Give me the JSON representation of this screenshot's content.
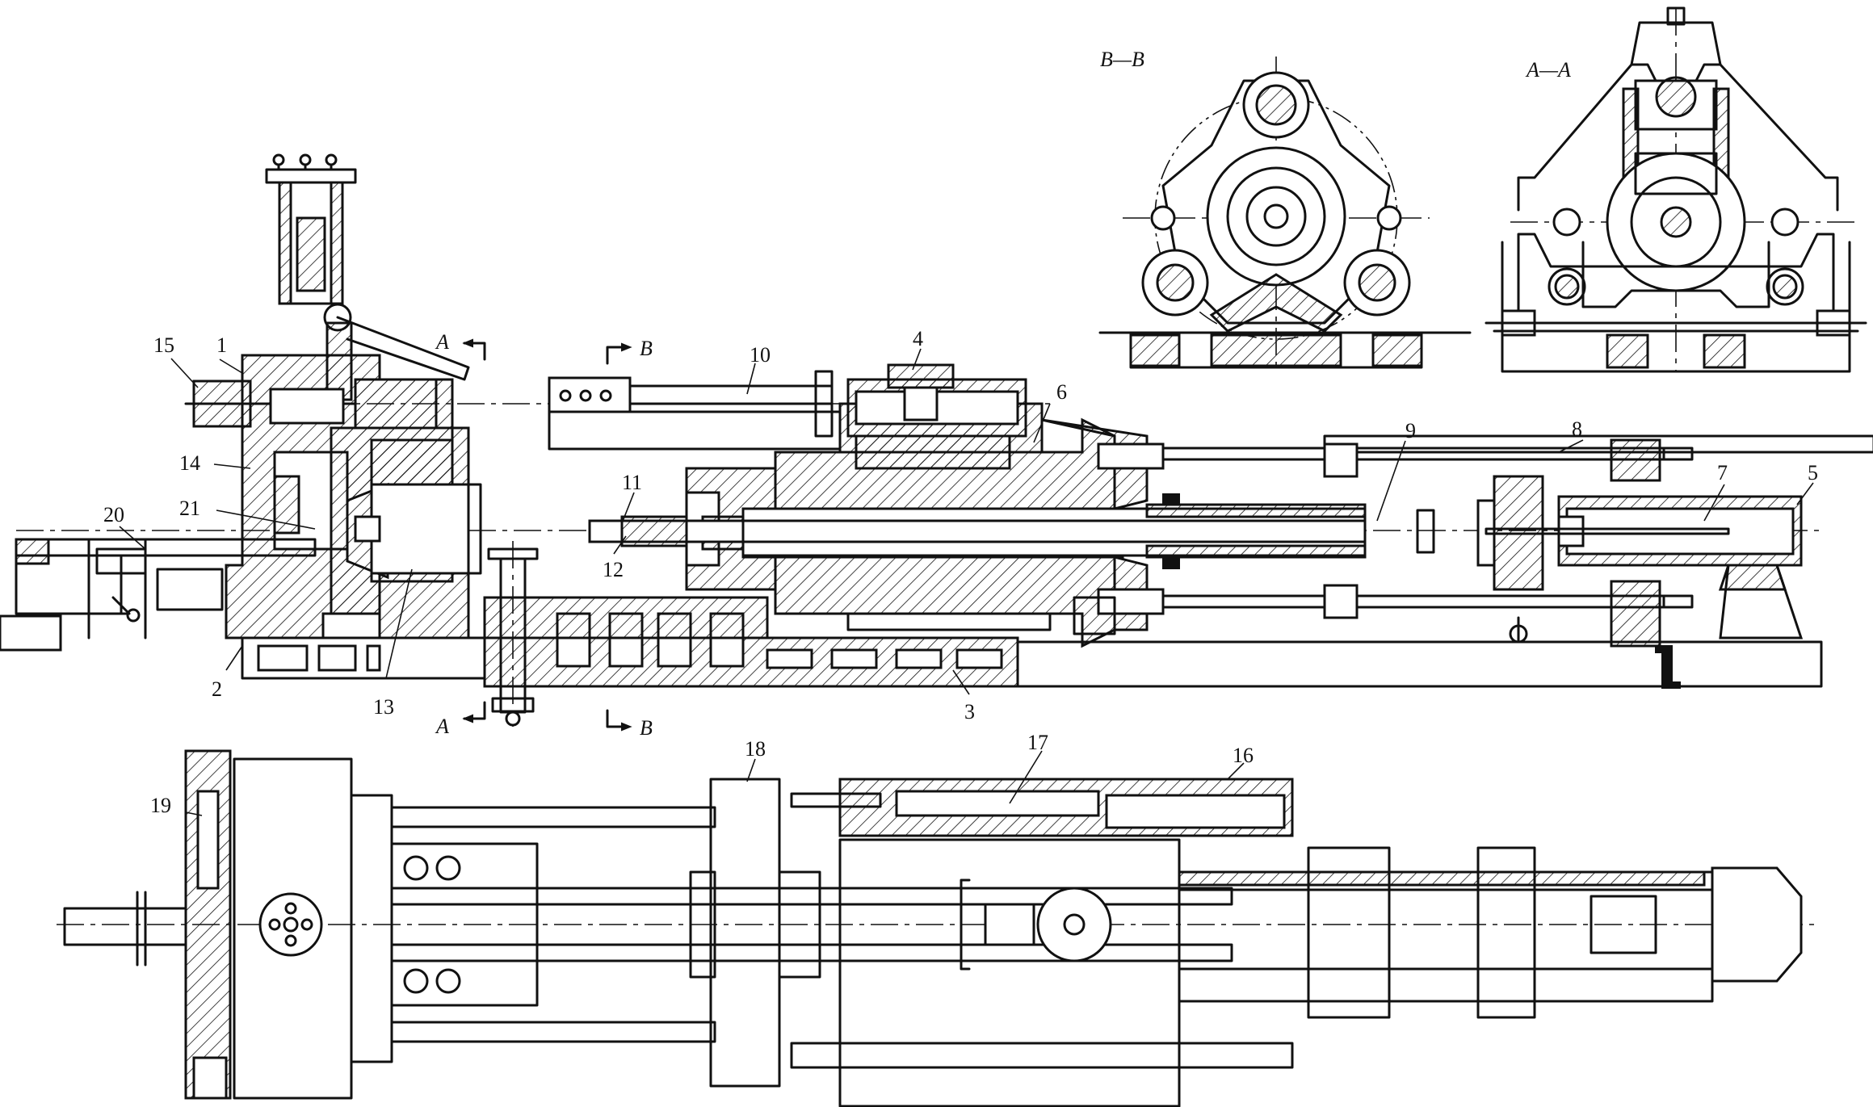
{
  "labels": {
    "p1": "1",
    "p2": "2",
    "p3": "3",
    "p4": "4",
    "p5": "5",
    "p6": "6",
    "p7": "7",
    "p8": "8",
    "p9": "9",
    "p10": "10",
    "p11": "11",
    "p12": "12",
    "p13": "13",
    "p14": "14",
    "p15": "15",
    "p16": "16",
    "p17": "17",
    "p18": "18",
    "p19": "19",
    "p20": "20",
    "p21": "21"
  },
  "sections": {
    "bb_title": "B—B",
    "aa_title": "A—A",
    "a_mark": "A",
    "b_mark": "B"
  }
}
